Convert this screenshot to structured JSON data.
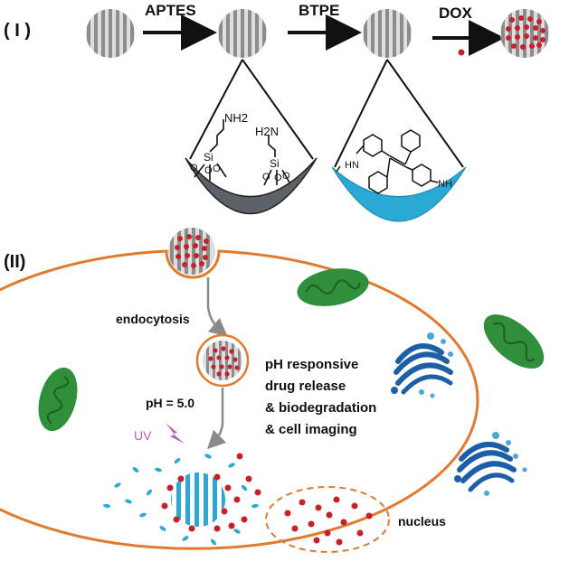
{
  "panels": {
    "panel_1_label": "( I )",
    "panel_2_label": "(II)"
  },
  "steps": [
    {
      "label": "APTES"
    },
    {
      "label": "BTPE"
    },
    {
      "label": "DOX"
    }
  ],
  "chemistry": {
    "aptes_amine_1": "NH2",
    "aptes_amine_2": "H2N",
    "aptes_si": "Si",
    "btpe_hn": "HN",
    "btpe_nh": "NH"
  },
  "cell": {
    "endocytosis_label": "endocytosis",
    "ph_label": "pH = 5.0",
    "uv_label": "UV",
    "release_text": [
      "pH responsive",
      "drug release",
      "& biodegradation",
      "& cell imaging"
    ],
    "nucleus_label": "nucleus"
  },
  "colors": {
    "arrow": "#111111",
    "stripe": "#8c8c8c",
    "particle_bg": "#d9d9d9",
    "dox_red": "#c8202a",
    "cell_membrane": "#e07a2e",
    "aptes_bowl": "#5d6268",
    "btpe_bowl": "#29a9d4",
    "mitochondria": "#2f8f3a",
    "golgi": "#1c5fa8",
    "uv": "#b560b0"
  }
}
